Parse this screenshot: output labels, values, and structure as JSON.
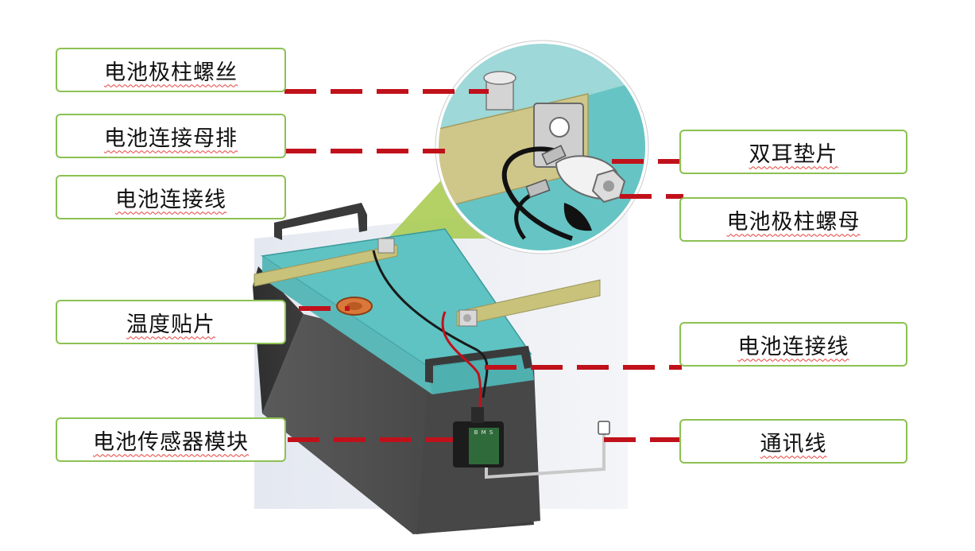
{
  "labels": {
    "battery_terminal_screw": "电池极柱螺丝",
    "battery_busbar": "电池连接母排",
    "battery_cable_top": "电池连接线",
    "temperature_patch": "温度贴片",
    "battery_sensor_module": "电池传感器模块",
    "double_ear_washer": "双耳垫片",
    "battery_terminal_nut": "电池极柱螺母",
    "battery_cable_right": "电池连接线",
    "communication_cable": "通讯线"
  },
  "module_markings": {
    "title": "B M S"
  },
  "colors": {
    "box_border": "#8cc152",
    "leader_line": "#c0111b",
    "battery_lid": "#5fc3c3",
    "battery_body": "#4a4a4a",
    "busbar": "#c8c27a"
  }
}
